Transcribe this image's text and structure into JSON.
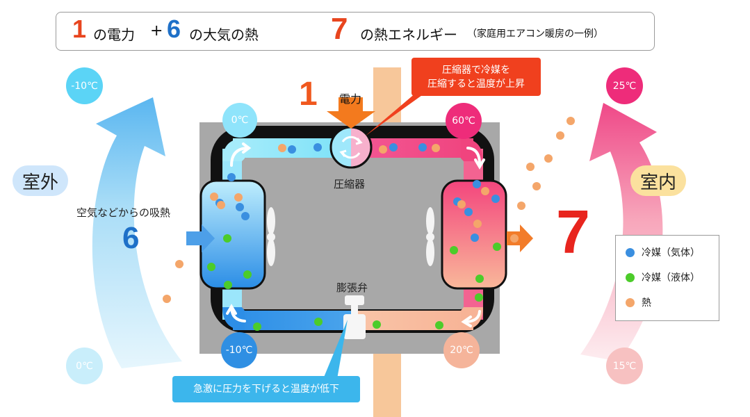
{
  "title": {
    "num_power": "1",
    "text_power": "の電力",
    "plus": "+",
    "num_air": "6",
    "text_air": "の大気の熱",
    "num_total": "7",
    "text_total": "の熱エネルギー",
    "note": "（家庭用エアコン暖房の一例）"
  },
  "temperatures": {
    "outdoor_top": "-10℃",
    "outdoor_bottom": "0℃",
    "indoor_top": "25℃",
    "indoor_bottom": "15℃",
    "coil_top_left": "0℃",
    "coil_top_right": "60℃",
    "coil_bottom_left": "-10℃",
    "coil_bottom_right": "20℃"
  },
  "labels": {
    "outdoor": "室外",
    "indoor": "室内",
    "absorb": "空気などからの吸熱",
    "absorb_num": "6",
    "output_num": "7",
    "power_num": "1",
    "power": "電力",
    "compressor": "圧縮器",
    "valve": "膨張弁",
    "callout_compressor": "圧縮器で冷媒を\n圧縮すると温度が上昇",
    "callout_valve": "急激に圧力を下げると温度が低下"
  },
  "legend": [
    {
      "label": "冷媒（気体）",
      "color": "#3a8fe0"
    },
    {
      "label": "冷媒（液体）",
      "color": "#4ccc2a"
    },
    {
      "label": "熱",
      "color": "#f4a66a"
    }
  ],
  "colors": {
    "power_red": "#e8451e",
    "air_blue": "#1e70c8",
    "cold_cyan": "#6fd8f6",
    "hot_pink": "#ee2c7a",
    "compressor_callout": "#f0401e",
    "valve_callout": "#3cb6ec"
  }
}
